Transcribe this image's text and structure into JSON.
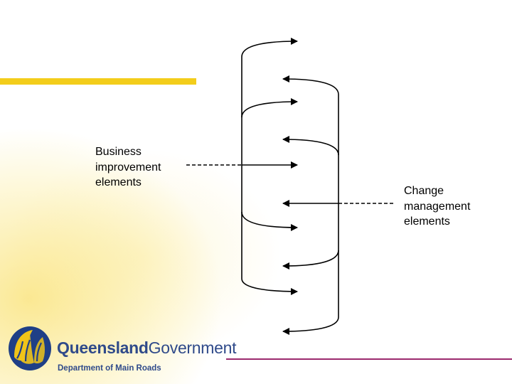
{
  "diagram": {
    "left_label_lines": [
      "Business",
      "improvement",
      "elements"
    ],
    "right_label_lines": [
      "Change",
      "management",
      "elements"
    ]
  },
  "branding": {
    "name_bold": "Queensland",
    "name_regular": "Government",
    "department": "Department of Main Roads"
  },
  "colors": {
    "accent_bar": "#f3cd1b",
    "footer_rule": "#9b2a6e",
    "logo_text": "#2f4a8a"
  }
}
